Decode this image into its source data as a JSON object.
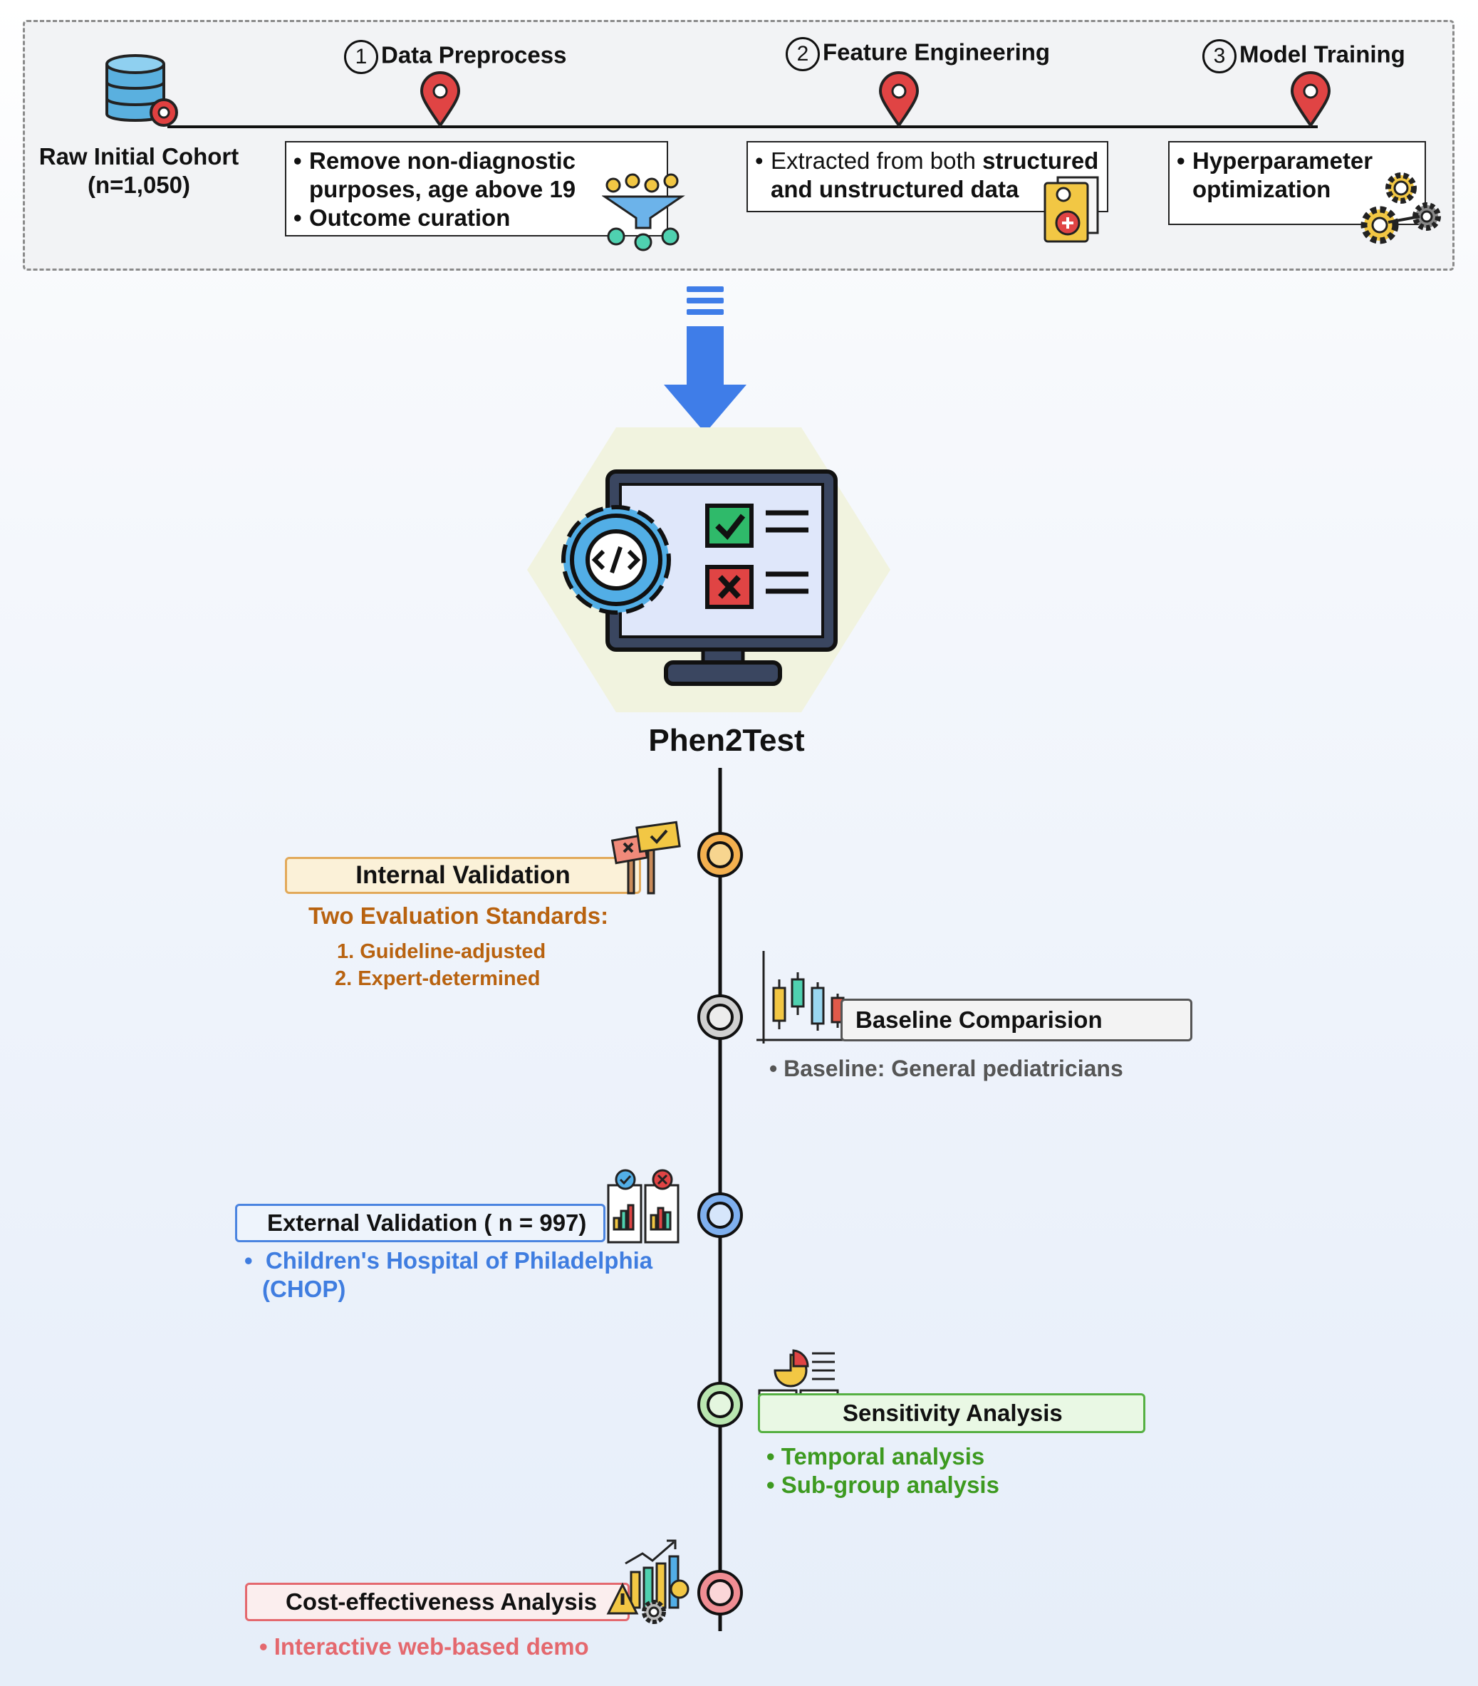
{
  "pipeline": {
    "cohort": {
      "line1": "Raw Initial Cohort",
      "line2": "(n=1,050)"
    },
    "steps": [
      {
        "num": "1",
        "title": "Data Preprocess",
        "items": [
          {
            "line1": "Remove non-diagnostic",
            "line2": "purposes, age above 19"
          },
          {
            "line1": "Outcome curation"
          }
        ]
      },
      {
        "num": "2",
        "title": "Feature Engineering",
        "prefix": "Extracted from both ",
        "bold1": "structured",
        "line2": "and unstructured data"
      },
      {
        "num": "3",
        "title": "Model Training",
        "line1": "Hyperparameter",
        "line2": "optimization"
      }
    ]
  },
  "center": {
    "title": "Phen2Test"
  },
  "timeline": {
    "internal": {
      "label": "Internal Validation",
      "heading": "Two Evaluation Standards:",
      "items": [
        "1. Guideline-adjusted",
        "2. Expert-determined"
      ]
    },
    "baseline": {
      "label": "Baseline Comparision",
      "items": [
        "Baseline: General pediatricians"
      ]
    },
    "external": {
      "label": "External Validation  ( n = 997)",
      "items": [
        "Children's Hospital of Philadelphia",
        "(CHOP)"
      ]
    },
    "sensitivity": {
      "label": "Sensitivity Analysis",
      "items": [
        "Temporal analysis",
        "Sub-group analysis"
      ]
    },
    "cost": {
      "label": "Cost-effectiveness Analysis",
      "items": [
        "Interactive web-based demo"
      ]
    }
  },
  "colors": {
    "internal": "#b8620f",
    "baseline": "#555555",
    "external": "#3f7de0",
    "sensitivity": "#3d9a20",
    "cost": "#e4686e",
    "arrow": "#3f7de8",
    "pin": "#e04444"
  }
}
